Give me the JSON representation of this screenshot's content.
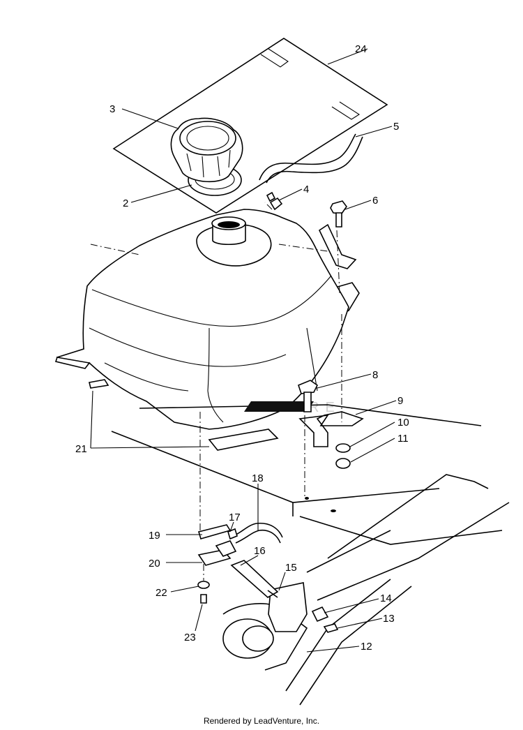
{
  "watermark": "LEADVENTURE",
  "footer": "Rendered by LeadVenture, Inc.",
  "callouts": [
    {
      "id": "2",
      "label": "2"
    },
    {
      "id": "3",
      "label": "3"
    },
    {
      "id": "4",
      "label": "4"
    },
    {
      "id": "5",
      "label": "5"
    },
    {
      "id": "6",
      "label": "6"
    },
    {
      "id": "8",
      "label": "8"
    },
    {
      "id": "9",
      "label": "9"
    },
    {
      "id": "10",
      "label": "10"
    },
    {
      "id": "11",
      "label": "11"
    },
    {
      "id": "12",
      "label": "12"
    },
    {
      "id": "13",
      "label": "13"
    },
    {
      "id": "14",
      "label": "14"
    },
    {
      "id": "15",
      "label": "15"
    },
    {
      "id": "16",
      "label": "16"
    },
    {
      "id": "17",
      "label": "17"
    },
    {
      "id": "18",
      "label": "18"
    },
    {
      "id": "19",
      "label": "19"
    },
    {
      "id": "20",
      "label": "20"
    },
    {
      "id": "21",
      "label": "21"
    },
    {
      "id": "22",
      "label": "22"
    },
    {
      "id": "23",
      "label": "23"
    },
    {
      "id": "24",
      "label": "24"
    }
  ]
}
